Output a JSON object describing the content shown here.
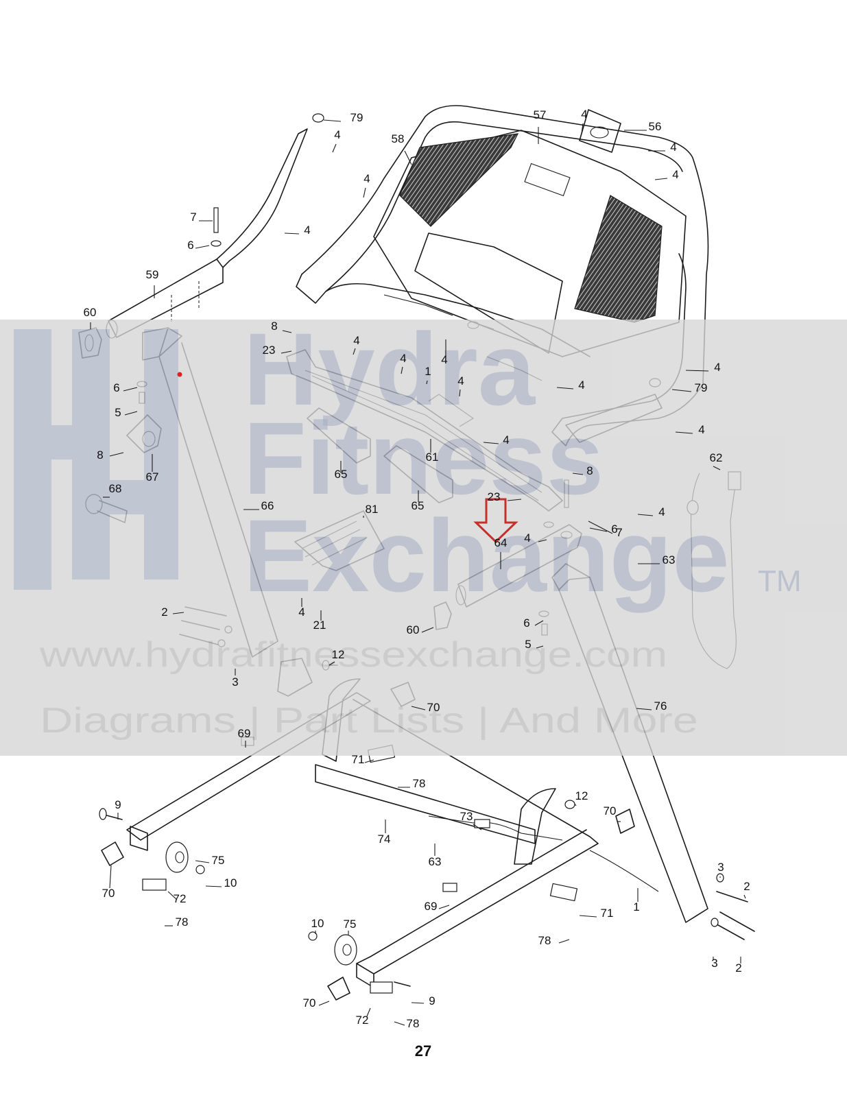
{
  "diagram": {
    "page_number": "27",
    "callouts": [
      {
        "id": "c79a",
        "label": "79"
      },
      {
        "id": "c4a",
        "label": "4"
      },
      {
        "id": "c57",
        "label": "57"
      },
      {
        "id": "c4b",
        "label": "4"
      },
      {
        "id": "c56",
        "label": "56"
      },
      {
        "id": "c4c",
        "label": "4"
      },
      {
        "id": "c58",
        "label": "58"
      },
      {
        "id": "c4d",
        "label": "4"
      },
      {
        "id": "c4e",
        "label": "4"
      },
      {
        "id": "c7a",
        "label": "7"
      },
      {
        "id": "c4f",
        "label": "4"
      },
      {
        "id": "c6a",
        "label": "6"
      },
      {
        "id": "c59",
        "label": "59"
      },
      {
        "id": "c60a",
        "label": "60"
      },
      {
        "id": "c8a",
        "label": "8"
      },
      {
        "id": "c23a",
        "label": "23"
      },
      {
        "id": "c4g",
        "label": "4"
      },
      {
        "id": "c4h",
        "label": "4"
      },
      {
        "id": "c4i",
        "label": "4"
      },
      {
        "id": "c1a",
        "label": "1"
      },
      {
        "id": "c4j",
        "label": "4"
      },
      {
        "id": "c4k",
        "label": "4"
      },
      {
        "id": "c4l",
        "label": "4"
      },
      {
        "id": "c79b",
        "label": "79"
      },
      {
        "id": "c6b",
        "label": "6"
      },
      {
        "id": "c5a",
        "label": "5"
      },
      {
        "id": "c4m",
        "label": "4"
      },
      {
        "id": "c4n",
        "label": "4"
      },
      {
        "id": "c8b",
        "label": "8"
      },
      {
        "id": "c67",
        "label": "67"
      },
      {
        "id": "c65a",
        "label": "65"
      },
      {
        "id": "c61",
        "label": "61"
      },
      {
        "id": "c8c",
        "label": "8"
      },
      {
        "id": "c62",
        "label": "62"
      },
      {
        "id": "c68",
        "label": "68"
      },
      {
        "id": "c66",
        "label": "66"
      },
      {
        "id": "c65b",
        "label": "65"
      },
      {
        "id": "c23b",
        "label": "23"
      },
      {
        "id": "c4o",
        "label": "4"
      },
      {
        "id": "c81",
        "label": "81"
      },
      {
        "id": "c7b",
        "label": "7"
      },
      {
        "id": "c4p",
        "label": "4"
      },
      {
        "id": "c6c",
        "label": "6"
      },
      {
        "id": "c64",
        "label": "64"
      },
      {
        "id": "c63a",
        "label": "63"
      },
      {
        "id": "c2a",
        "label": "2"
      },
      {
        "id": "c4q",
        "label": "4"
      },
      {
        "id": "c21",
        "label": "21"
      },
      {
        "id": "c60b",
        "label": "60"
      },
      {
        "id": "c6d",
        "label": "6"
      },
      {
        "id": "c5b",
        "label": "5"
      },
      {
        "id": "c12a",
        "label": "12"
      },
      {
        "id": "c3a",
        "label": "3"
      },
      {
        "id": "c76",
        "label": "76"
      },
      {
        "id": "c70a",
        "label": "70"
      },
      {
        "id": "c69a",
        "label": "69"
      },
      {
        "id": "c71a",
        "label": "71"
      },
      {
        "id": "c78a",
        "label": "78"
      },
      {
        "id": "c9a",
        "label": "9"
      },
      {
        "id": "c12b",
        "label": "12"
      },
      {
        "id": "c70b",
        "label": "70"
      },
      {
        "id": "c73",
        "label": "73"
      },
      {
        "id": "c74",
        "label": "74"
      },
      {
        "id": "c75a",
        "label": "75"
      },
      {
        "id": "c63b",
        "label": "63"
      },
      {
        "id": "c10a",
        "label": "10"
      },
      {
        "id": "c70c",
        "label": "70"
      },
      {
        "id": "c72a",
        "label": "72"
      },
      {
        "id": "c78b",
        "label": "78"
      },
      {
        "id": "c3b",
        "label": "3"
      },
      {
        "id": "c2b",
        "label": "2"
      },
      {
        "id": "c69b",
        "label": "69"
      },
      {
        "id": "c1b",
        "label": "1"
      },
      {
        "id": "c71b",
        "label": "71"
      },
      {
        "id": "c10b",
        "label": "10"
      },
      {
        "id": "c75b",
        "label": "75"
      },
      {
        "id": "c78c",
        "label": "78"
      },
      {
        "id": "c3c",
        "label": "3"
      },
      {
        "id": "c2c",
        "label": "2"
      },
      {
        "id": "c70d",
        "label": "70"
      },
      {
        "id": "c9b",
        "label": "9"
      },
      {
        "id": "c72b",
        "label": "72"
      },
      {
        "id": "c78d",
        "label": "78"
      }
    ]
  },
  "watermark": {
    "brand_line1": "Hydra",
    "brand_line2": "Fitness",
    "brand_line3": "Exchange",
    "trademark": "TM",
    "website": "www.hydrafitnessexchange.com",
    "tagline": "Diagrams | Part Lists | And More"
  },
  "colors": {
    "band": "#d6d6d6",
    "logo": "#9aa6bd",
    "arrow": "#c4302b",
    "dot": "#d22"
  }
}
